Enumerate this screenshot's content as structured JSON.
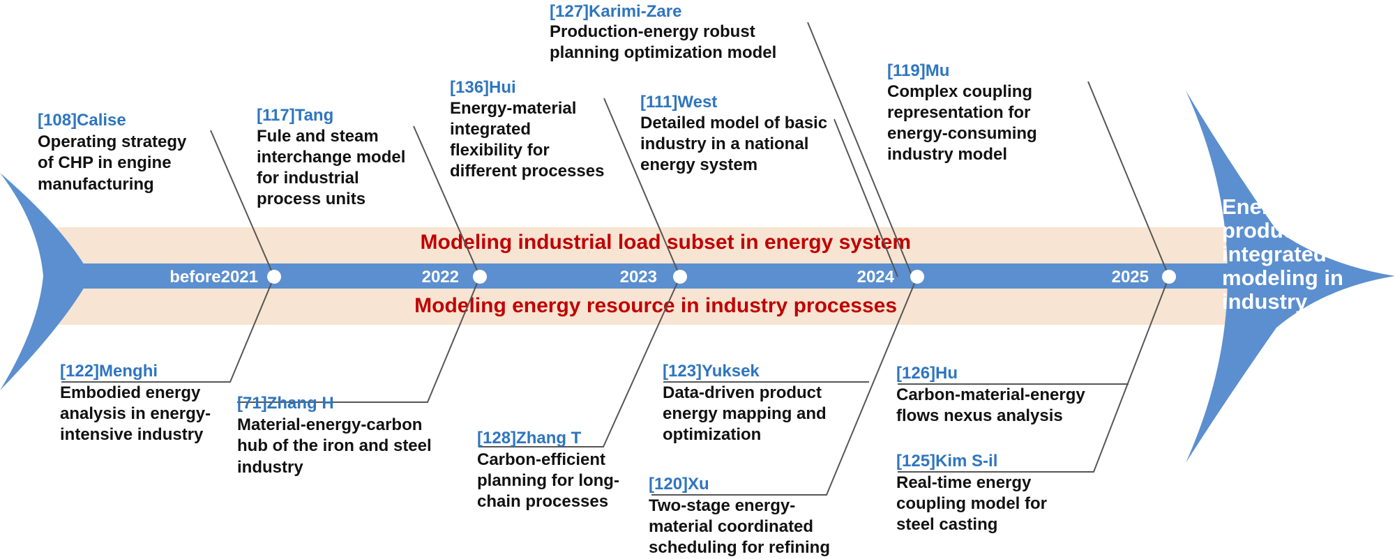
{
  "diagram": {
    "colors": {
      "spine": "#5b8fd0",
      "band": "#f8e4d2",
      "ref_text": "#2e75c0",
      "band_text": "#c00000",
      "desc_text": "#111111",
      "connector": "#555555"
    },
    "band_top_label": "Modeling industrial load subset in energy system",
    "band_bottom_label": "Modeling energy resource in industry processes",
    "head_label": [
      "Energy-",
      "production",
      "integrated",
      "modeling in",
      "industry"
    ],
    "years": [
      {
        "label": "before2021"
      },
      {
        "label": "2022"
      },
      {
        "label": "2023"
      },
      {
        "label": "2024"
      },
      {
        "label": "2025"
      }
    ],
    "top_entries": [
      {
        "ref": "[108]Calise",
        "lines": [
          "Operating strategy",
          "of CHP in engine",
          "manufacturing"
        ]
      },
      {
        "ref": "[117]Tang",
        "lines": [
          "Fule and steam",
          "interchange model",
          "for industrial",
          "process units"
        ]
      },
      {
        "ref": "[136]Hui",
        "lines": [
          "Energy-material",
          "integrated",
          "flexibility for",
          "different processes"
        ]
      },
      {
        "ref": "[127]Karimi-Zare",
        "lines": [
          "Production-energy robust",
          "planning optimization model"
        ]
      },
      {
        "ref": "[111]West",
        "lines": [
          "Detailed model of basic",
          "industry in a national",
          "energy system"
        ]
      },
      {
        "ref": "[119]Mu",
        "lines": [
          "Complex coupling",
          "representation for",
          "energy-consuming",
          "industry model"
        ]
      }
    ],
    "bottom_entries": [
      {
        "ref": "[122]Menghi",
        "lines": [
          "Embodied energy",
          "analysis in energy-",
          "intensive industry"
        ]
      },
      {
        "ref": "[71]Zhang H",
        "lines": [
          "Material-energy-carbon",
          "hub  of the iron and steel",
          "industry"
        ]
      },
      {
        "ref": "[128]Zhang T",
        "lines": [
          "Carbon-efficient",
          "planning for long-",
          "chain processes"
        ]
      },
      {
        "ref": "[123]Yuksek",
        "lines": [
          "Data-driven product",
          "energy mapping and",
          "optimization"
        ]
      },
      {
        "ref": "[120]Xu",
        "lines": [
          "Two-stage energy-",
          "material coordinated",
          "scheduling for refining"
        ]
      },
      {
        "ref": "[126]Hu",
        "lines": [
          "Carbon-material-energy",
          "flows nexus analysis"
        ]
      },
      {
        "ref": "[125]Kim S-il",
        "lines": [
          "Real-time energy",
          "coupling model for",
          "steel casting"
        ]
      }
    ]
  }
}
